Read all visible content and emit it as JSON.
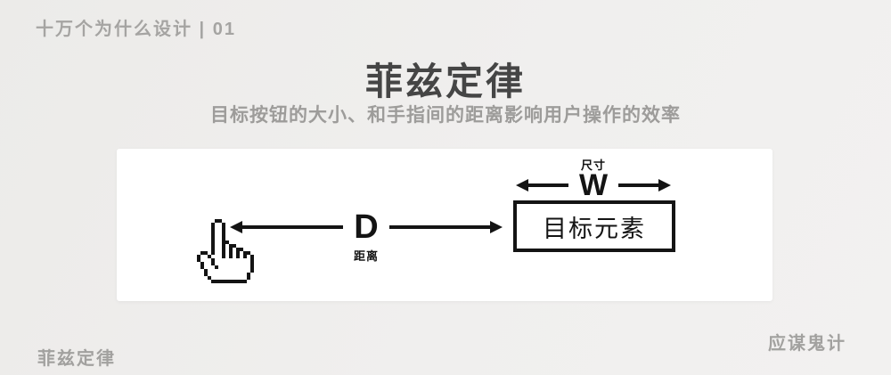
{
  "colors": {
    "background": "#f0efee",
    "card": "#ffffff",
    "ink": "#141414",
    "muted_gray": "#a2a19f",
    "title_gray": "#454545"
  },
  "header": {
    "series": "十万个为什么设计 | 01",
    "title": "菲兹定律",
    "subtitle": "目标按钮的大小、和手指间的距离影响用户操作的效率"
  },
  "diagram": {
    "cursor_icon": "pixel-hand-cursor",
    "distance": {
      "letter": "D",
      "label": "距离"
    },
    "width": {
      "letter": "W",
      "label": "尺寸"
    },
    "target_box_label": "目标元素"
  },
  "footer": {
    "left": "菲兹定律",
    "right": "应谋鬼计"
  }
}
